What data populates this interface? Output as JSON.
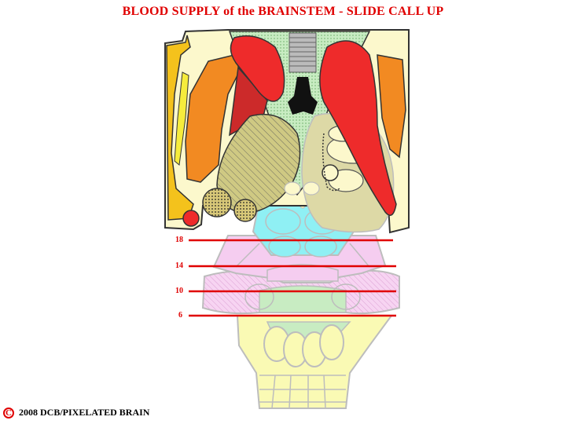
{
  "title": "BLOOD SUPPLY of the BRAINSTEM - SLIDE CALL UP",
  "levels": [
    {
      "label": "18"
    },
    {
      "label": "14"
    },
    {
      "label": "10"
    },
    {
      "label": "6"
    }
  ],
  "copyright": {
    "symbol": "C",
    "text": "2008  DCB/PIXELATED BRAIN"
  },
  "colors": {
    "accent_red": "#e00000",
    "structure_red": "#ee2b2b",
    "orange": "#f28a22",
    "yellow": "#f4c21c",
    "cream": "#fcf8cc",
    "green_dots": "#c6ecc0",
    "olive": "#cccc88",
    "cyan": "#8ff0f4",
    "pink": "#f4cbef",
    "pale_yellow": "#fafab0",
    "outline_gray": "#bdbdbd"
  }
}
